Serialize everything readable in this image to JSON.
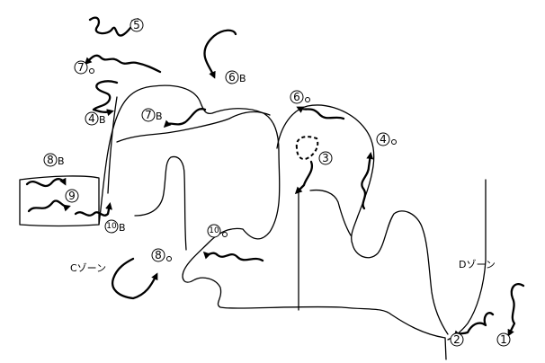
{
  "zones": {
    "c": "Cゾーン",
    "d": "Dゾーン"
  },
  "markers": {
    "m1": {
      "num": "1",
      "suffix": ""
    },
    "m2": {
      "num": "2",
      "suffix": ""
    },
    "m3": {
      "num": "3",
      "suffix": ""
    },
    "m4a": {
      "num": "4",
      "suffix": ""
    },
    "m4b": {
      "num": "4",
      "suffix": "B"
    },
    "m5": {
      "num": "5",
      "suffix": ""
    },
    "m6a": {
      "num": "6",
      "suffix": ""
    },
    "m6b": {
      "num": "6",
      "suffix": "B"
    },
    "m7a": {
      "num": "7",
      "suffix": ""
    },
    "m7b": {
      "num": "7",
      "suffix": "B"
    },
    "m8a": {
      "num": "8",
      "suffix": ""
    },
    "m8b": {
      "num": "8",
      "suffix": "B"
    },
    "m9": {
      "num": "9",
      "suffix": ""
    },
    "m10a": {
      "num": "10",
      "suffix": ""
    },
    "m10b": {
      "num": "10",
      "suffix": "B"
    }
  }
}
